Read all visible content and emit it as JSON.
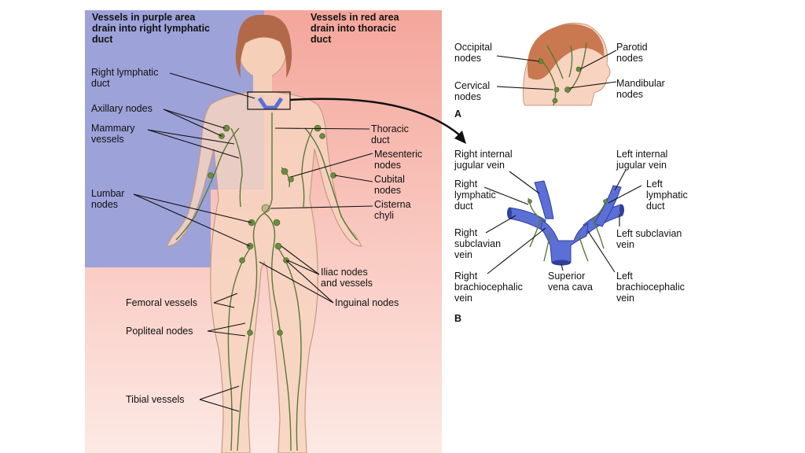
{
  "colors": {
    "purple_region": "#9da2d9",
    "red_region": "#f4a69b",
    "skin": "#f7d3c0",
    "vein_blue": "#5b6fd6",
    "lymph_green": "#6b8c3e"
  },
  "main": {
    "header_left": "Vessels in purple area\ndrain into right lymphatic\nduct",
    "header_right": "Vessels in red area\ndrain into thoracic\nduct",
    "labels": {
      "right_lymphatic_duct": "Right lymphatic\nduct",
      "axillary_nodes": "Axillary nodes",
      "mammary_vessels": "Mammary\nvessels",
      "lumbar_nodes": "Lumbar\nnodes",
      "thoracic_duct": "Thoracic\nduct",
      "mesenteric_nodes": "Mesenteric\nnodes",
      "cubital_nodes": "Cubital\nnodes",
      "cisterna_chyli": "Cisterna\nchyli",
      "iliac_nodes": "Iliac nodes\nand vessels",
      "inguinal_nodes": "Inguinal nodes",
      "femoral_vessels": "Femoral vessels",
      "popliteal_nodes": "Popliteal nodes",
      "tibial_vessels": "Tibial vessels"
    }
  },
  "inset_a": {
    "letter": "A",
    "labels": {
      "occipital_nodes": "Occipital\nnodes",
      "cervical_nodes": "Cervical\nnodes",
      "parotid_nodes": "Parotid\nnodes",
      "mandibular_nodes": "Mandibular\nnodes"
    }
  },
  "inset_b": {
    "letter": "B",
    "labels": {
      "right_internal_jugular": "Right internal\njugular vein",
      "left_internal_jugular": "Left internal\njugular vein",
      "right_lymphatic_duct": "Right\nlymphatic\nduct",
      "left_lymphatic_duct": "Left\nlymphatic\nduct",
      "right_subclavian": "Right\nsubclavian\nvein",
      "left_subclavian": "Left subclavian\nvein",
      "right_brachiocephalic": "Right\nbrachiocephalic\nvein",
      "superior_vena_cava": "Superior\nvena cava",
      "left_brachiocephalic": "Left\nbrachiocephalic\nvein"
    }
  }
}
